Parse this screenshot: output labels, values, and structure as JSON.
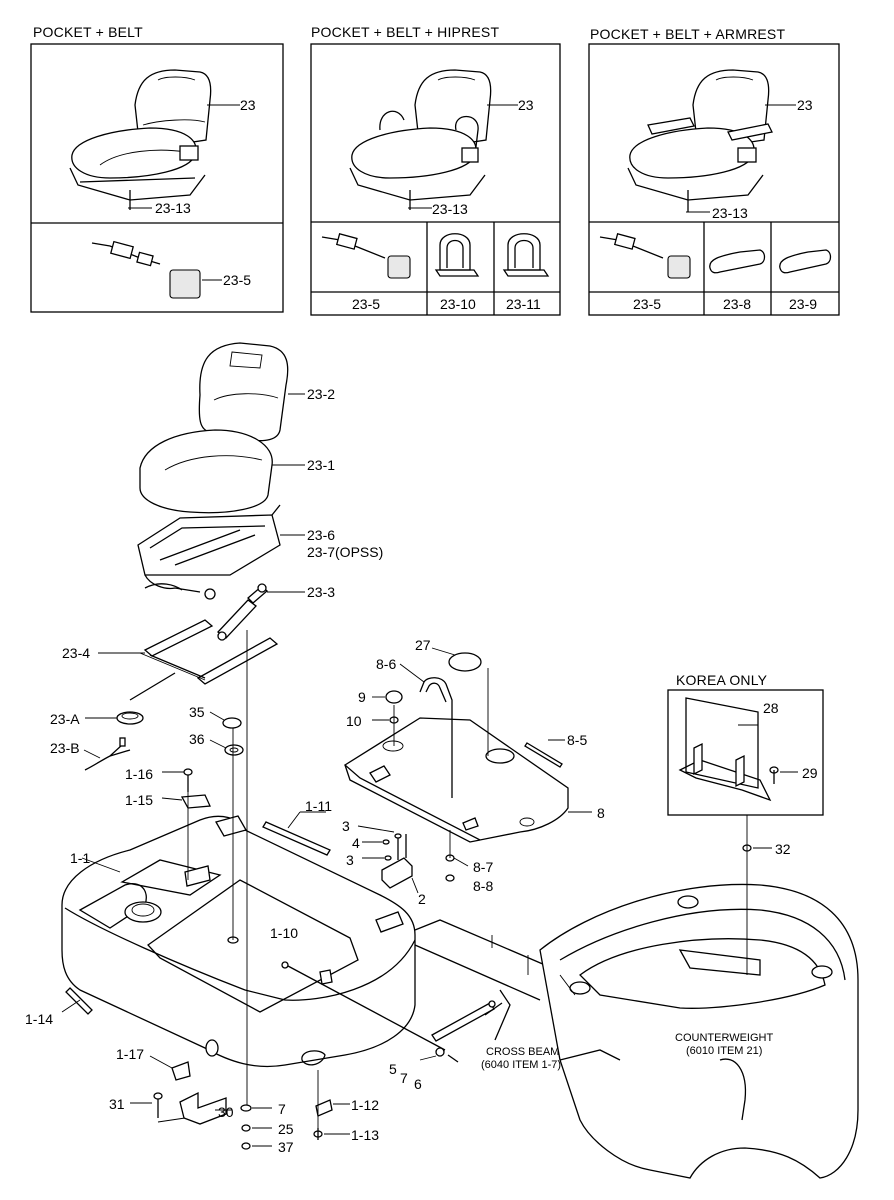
{
  "panels": {
    "pocket_belt": {
      "title": "POCKET + BELT",
      "seat_ref": "23",
      "rail_ref": "23-13",
      "belt_ref": "23-5"
    },
    "pocket_belt_hiprest": {
      "title": "POCKET + BELT + HIPREST",
      "seat_ref": "23",
      "rail_ref": "23-13",
      "cells": [
        "23-5",
        "23-10",
        "23-11"
      ]
    },
    "pocket_belt_armrest": {
      "title": "POCKET + BELT + ARMREST",
      "seat_ref": "23",
      "rail_ref": "23-13",
      "cells": [
        "23-5",
        "23-8",
        "23-9"
      ]
    }
  },
  "korea": {
    "title": "KOREA ONLY",
    "plate_ref": "28",
    "bolt_ref": "29"
  },
  "callouts": {
    "c23_2": "23-2",
    "c23_1": "23-1",
    "c23_6": "23-6",
    "c23_7": "23-7(OPSS)",
    "c23_3": "23-3",
    "c23_4": "23-4",
    "c23_A": "23-A",
    "c23_B": "23-B",
    "c27": "27",
    "c8_6": "8-6",
    "c9": "9",
    "c10": "10",
    "c8_5": "8-5",
    "c8": "8",
    "c35": "35",
    "c36": "36",
    "c1_16": "1-16",
    "c1_15": "1-15",
    "c1_11": "1-11",
    "c3a": "3",
    "c4": "4",
    "c3b": "3",
    "c8_7": "8-7",
    "c8_8": "8-8",
    "c2": "2",
    "c1_1": "1-1",
    "c1_10": "1-10",
    "c1_14": "1-14",
    "c1_17": "1-17",
    "c31": "31",
    "c30": "30",
    "c7a": "7",
    "c25": "25",
    "c37": "37",
    "c1_12": "1-12",
    "c1_13": "1-13",
    "c5": "5",
    "c7b": "7",
    "c6": "6",
    "c32": "32"
  },
  "notes": {
    "cross_beam": "CROSS BEAM",
    "cross_beam_ref": "(6040 ITEM 1-7)",
    "counterweight": "COUNTERWEIGHT",
    "counterweight_ref": "(6010 ITEM 21)"
  }
}
